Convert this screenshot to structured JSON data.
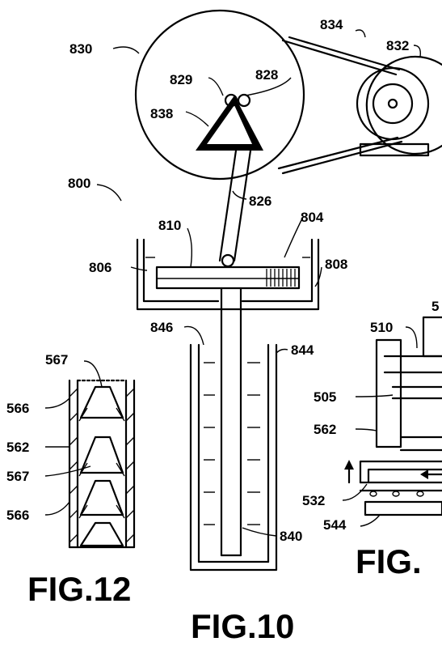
{
  "labels": {
    "r830": "830",
    "r834": "834",
    "r832": "832",
    "r829": "829",
    "r828": "828",
    "r838": "838",
    "r800": "800",
    "r826": "826",
    "r810": "810",
    "r804": "804",
    "r806": "806",
    "r808": "808",
    "r846": "846",
    "r844": "844",
    "r840": "840",
    "r567a": "567",
    "r566a": "566",
    "r562": "562",
    "r567b": "567",
    "r566b": "566",
    "r5": "5",
    "r510": "510",
    "r505": "505",
    "r562b": "562",
    "r532": "532",
    "r544": "544"
  },
  "figures": {
    "fig10": "FIG.10",
    "fig12": "FIG.12",
    "fig_partial": "FIG."
  }
}
